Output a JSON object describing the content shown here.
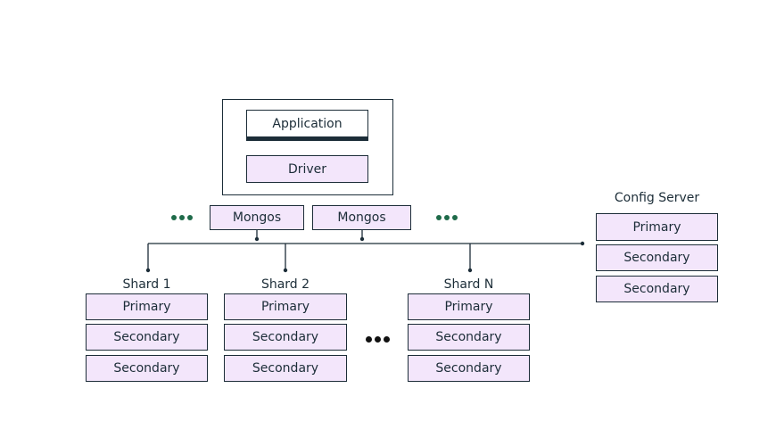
{
  "colors": {
    "box_fill": "#f3e6fb",
    "ink": "#1c2d38",
    "ellipsis_green": "#1f6b4a",
    "ellipsis_black": "#111111"
  },
  "app_stack": {
    "application_label": "Application",
    "driver_label": "Driver"
  },
  "routers": [
    {
      "label": "Mongos"
    },
    {
      "label": "Mongos"
    }
  ],
  "shards": [
    {
      "title": "Shard 1",
      "members": [
        "Primary",
        "Secondary",
        "Secondary"
      ]
    },
    {
      "title": "Shard 2",
      "members": [
        "Primary",
        "Secondary",
        "Secondary"
      ]
    },
    {
      "title": "Shard N",
      "members": [
        "Primary",
        "Secondary",
        "Secondary"
      ]
    }
  ],
  "config_server": {
    "title": "Config Server",
    "members": [
      "Primary",
      "Secondary",
      "Secondary"
    ]
  },
  "ellipsis_icons": [
    "ellipsis-icon",
    "ellipsis-icon",
    "ellipsis-icon"
  ]
}
